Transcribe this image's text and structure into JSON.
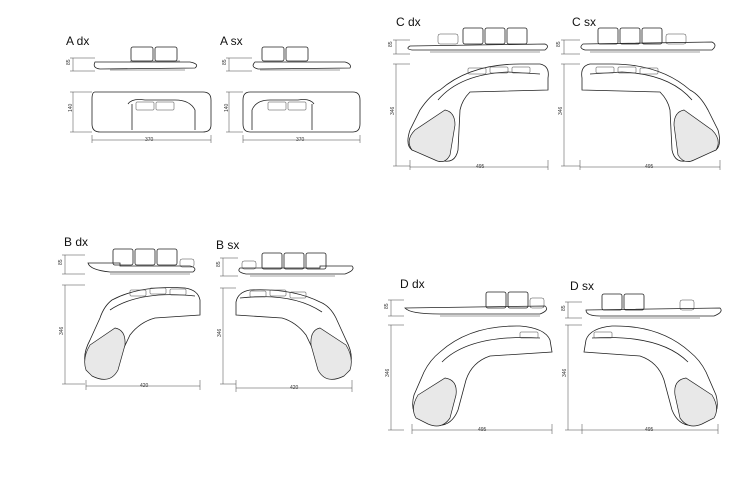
{
  "variants": [
    {
      "label": "A dx",
      "height_dim": "85",
      "depth_dim": "140",
      "width_dim": "370"
    },
    {
      "label": "A sx",
      "height_dim": "85",
      "depth_dim": "140",
      "width_dim": "370"
    },
    {
      "label": "B dx",
      "height_dim": "85",
      "depth_dim": "346",
      "width_dim": "420"
    },
    {
      "label": "B sx",
      "height_dim": "85",
      "depth_dim": "346",
      "width_dim": "420"
    },
    {
      "label": "C dx",
      "height_dim": "85",
      "depth_dim": "346",
      "width_dim": "495"
    },
    {
      "label": "C sx",
      "height_dim": "85",
      "depth_dim": "346",
      "width_dim": "495"
    },
    {
      "label": "D dx",
      "height_dim": "85",
      "depth_dim": "346",
      "width_dim": "495"
    },
    {
      "label": "D sx",
      "height_dim": "85",
      "depth_dim": "346",
      "width_dim": "495"
    }
  ]
}
